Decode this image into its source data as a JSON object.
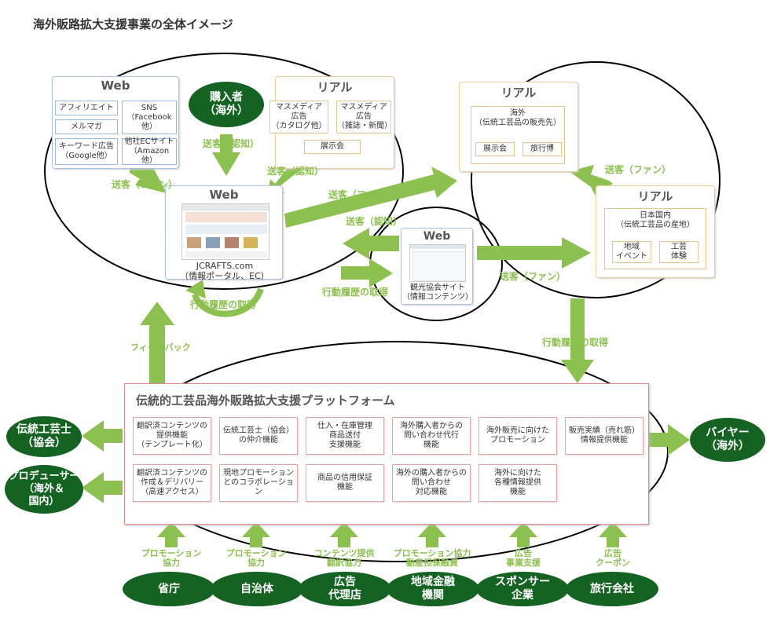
{
  "title": "海外販路拡大支援事業の全体イメージ",
  "web_left": {
    "header": "Web",
    "items": [
      "アフィリエイト",
      "メルマガ",
      "キーワード広告\n（Google他）",
      "SNS\n（Facebook 他）",
      "他社ECサイト\n（Amazon 他）"
    ]
  },
  "buyer_overseas": "購入者\n（海外）",
  "real_left": {
    "header": "リアル",
    "items": [
      "マスメディア\n広告\n（カタログ他）",
      "マスメディア\n広告\n（雑誌・新聞）",
      "展示会"
    ]
  },
  "real_right_top": {
    "header": "リアル",
    "overseas": "海外\n（伝統工芸品の販売先）",
    "items": [
      "展示会",
      "旅行博"
    ]
  },
  "real_right_bottom": {
    "header": "リアル",
    "domestic": "日本国内\n（伝統工芸品の産地）",
    "items": [
      "地域\nイベント",
      "工芸\n体験"
    ]
  },
  "web_center": {
    "header": "Web",
    "caption": "JCRAFTS.com\n（情報ポータル、EC）"
  },
  "web_tourism": {
    "header": "Web",
    "caption": "観光協会サイト\n（情報コンテンツ）"
  },
  "arrow_labels": {
    "send_fan_1": "送客（ファン）",
    "send_recog_1": "送客（認知）",
    "send_recog_2": "送客（認知）",
    "send_fan_2": "送客（ファン）",
    "send_fan_3": "送客（ファン）",
    "send_recog_3": "送客（認知）",
    "behavior_1": "行動履歴の取得",
    "behavior_2": "行動履歴の取得",
    "behavior_3": "行動履歴の取得",
    "send_fan_4": "送客（ファン）",
    "feedback": "フィードバック"
  },
  "platform": {
    "title": "伝統的工芸品海外販路拡大支援プラットフォーム",
    "functions_row1": [
      "翻訳済コンテンツの\n提供機能\n（テンプレート化）",
      "伝統工芸士（協会）\nの仲介機能",
      "仕入・在庫管理\n商品送付\n支援機能",
      "海外購入者からの\n問い合わせ代行\n機能",
      "海外販売に向けた\nプロモーション",
      "販売実績（売れ筋）\n情報提供機能"
    ],
    "functions_row2": [
      "翻訳済コンテンツの\n作成＆デリバリー\n（高速アクセス）",
      "現地プロモーション\nとのコラボレーション",
      "商品の信用保証\n機能",
      "海外の購入者からの\n問い合わせ\n対応機能",
      "海外に向けた\n各種情報提供\n機能"
    ]
  },
  "left_ovals": [
    "伝統工芸士\n（協会）",
    "プロデューサー\n（海外＆\n国内）"
  ],
  "right_oval": "バイヤー\n（海外）",
  "stakeholders": [
    {
      "name": "省庁",
      "support": "プロモーション\n協力"
    },
    {
      "name": "自治体",
      "support": "プロモーション\n協力"
    },
    {
      "name": "広告\n代理店",
      "support": "コンテンツ提供\n翻訳協力"
    },
    {
      "name": "地域金融\n機関",
      "support": "プロモーション協力\n動産担保融資"
    },
    {
      "name": "スポンサー\n企業",
      "support": "広告\n事業支援"
    },
    {
      "name": "旅行会社",
      "support": "広告\nクーポン"
    }
  ],
  "colors": {
    "arrow": "#8cc04f",
    "oval": "#156322",
    "web_border": "#a9c4e4",
    "real_border": "#f0cf9a",
    "platform_border": "#e08a8a"
  }
}
